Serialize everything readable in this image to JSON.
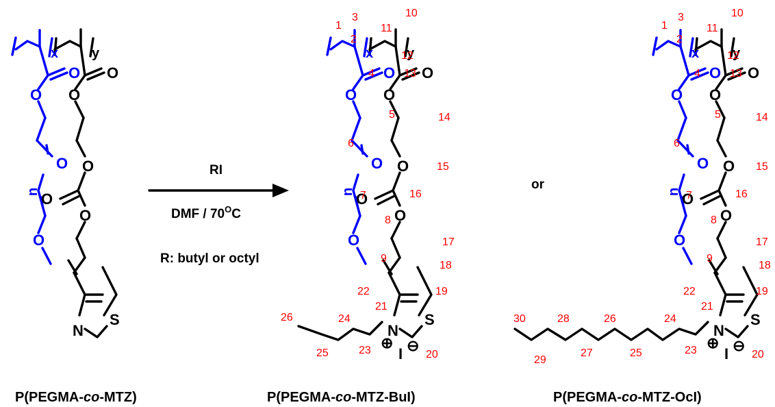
{
  "colors": {
    "peg_block": "#0000ff",
    "mtz_block": "#000000",
    "atom_numbers": "#ff0000"
  },
  "atoms": {
    "O": "O",
    "N": "N",
    "S": "S",
    "I": "I",
    "plus": "⊕",
    "minus": "⊖"
  },
  "subscripts": {
    "x": "x",
    "y": "y",
    "n": "n"
  },
  "reaction": {
    "reagent": "RI",
    "conditions_main": "DMF / 70",
    "conditions_sup": "O",
    "conditions_unit": "C",
    "r_group": "R: butyl or octyl",
    "or": "or"
  },
  "names": {
    "reactant": {
      "prefix": "P(PEGMA-",
      "italic": "co",
      "suffix": "-MTZ)"
    },
    "product_bu": {
      "prefix": "P(PEGMA-",
      "italic": "co",
      "suffix": "-MTZ-BuI)"
    },
    "product_oc": {
      "prefix": "P(PEGMA-",
      "italic": "co",
      "suffix": "-MTZ-OcI)"
    }
  },
  "numbers_bu": [
    "1",
    "2",
    "3",
    "4",
    "5",
    "6",
    "7",
    "8",
    "9",
    "10",
    "11",
    "12",
    "13",
    "14",
    "15",
    "16",
    "17",
    "18",
    "19",
    "20",
    "21",
    "22",
    "23",
    "24",
    "25",
    "26"
  ],
  "numbers_oc": [
    "1",
    "2",
    "3",
    "4",
    "5",
    "6",
    "7",
    "8",
    "9",
    "10",
    "11",
    "12",
    "13",
    "14",
    "15",
    "16",
    "17",
    "18",
    "19",
    "20",
    "21",
    "22",
    "23",
    "24",
    "25",
    "26",
    "27",
    "28",
    "29",
    "30"
  ]
}
